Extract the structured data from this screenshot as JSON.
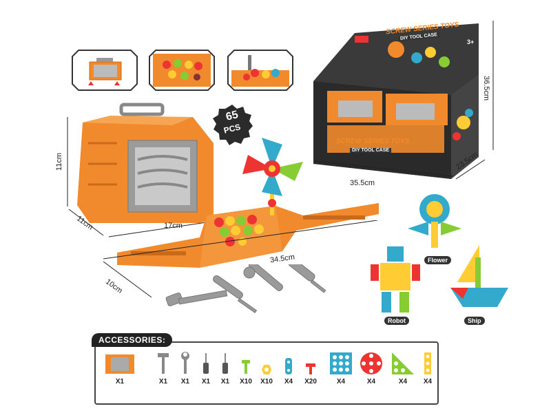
{
  "badge": {
    "number": "65",
    "unit": "PCS"
  },
  "box": {
    "brand": "SCREW SERIES TOYS",
    "subtitle": "DIY TOOL CASE",
    "corner_label": "3+"
  },
  "dimensions": {
    "case_height": "11cm",
    "case_depth": "11cm",
    "case_width": "17cm",
    "open_length": "34.5cm",
    "open_depth": "10cm",
    "box_width": "35.5cm",
    "box_depth": "23.5cm",
    "box_height": "36.5cm"
  },
  "models": {
    "flower": "Flower",
    "robot": "Robot",
    "ship": "Ship"
  },
  "accessories": {
    "label": "ACCESSORIES:",
    "items": [
      {
        "name": "case",
        "qty": "X1"
      },
      {
        "name": "hammer",
        "qty": "X1"
      },
      {
        "name": "wrench",
        "qty": "X1"
      },
      {
        "name": "screwdriver-flat",
        "qty": "X1"
      },
      {
        "name": "screwdriver-cross",
        "qty": "X1"
      },
      {
        "name": "screw",
        "qty": "X10"
      },
      {
        "name": "nut",
        "qty": "X10"
      },
      {
        "name": "connector",
        "qty": "X4"
      },
      {
        "name": "t-peg",
        "qty": "X20"
      },
      {
        "name": "square-plate",
        "qty": "X4"
      },
      {
        "name": "round-plate",
        "qty": "X4"
      },
      {
        "name": "triangle-plate",
        "qty": "X4"
      },
      {
        "name": "strip",
        "qty": "X4"
      }
    ]
  },
  "colors": {
    "orange": "#f08a2c",
    "grey": "#9a9a9a",
    "dark": "#333333"
  }
}
